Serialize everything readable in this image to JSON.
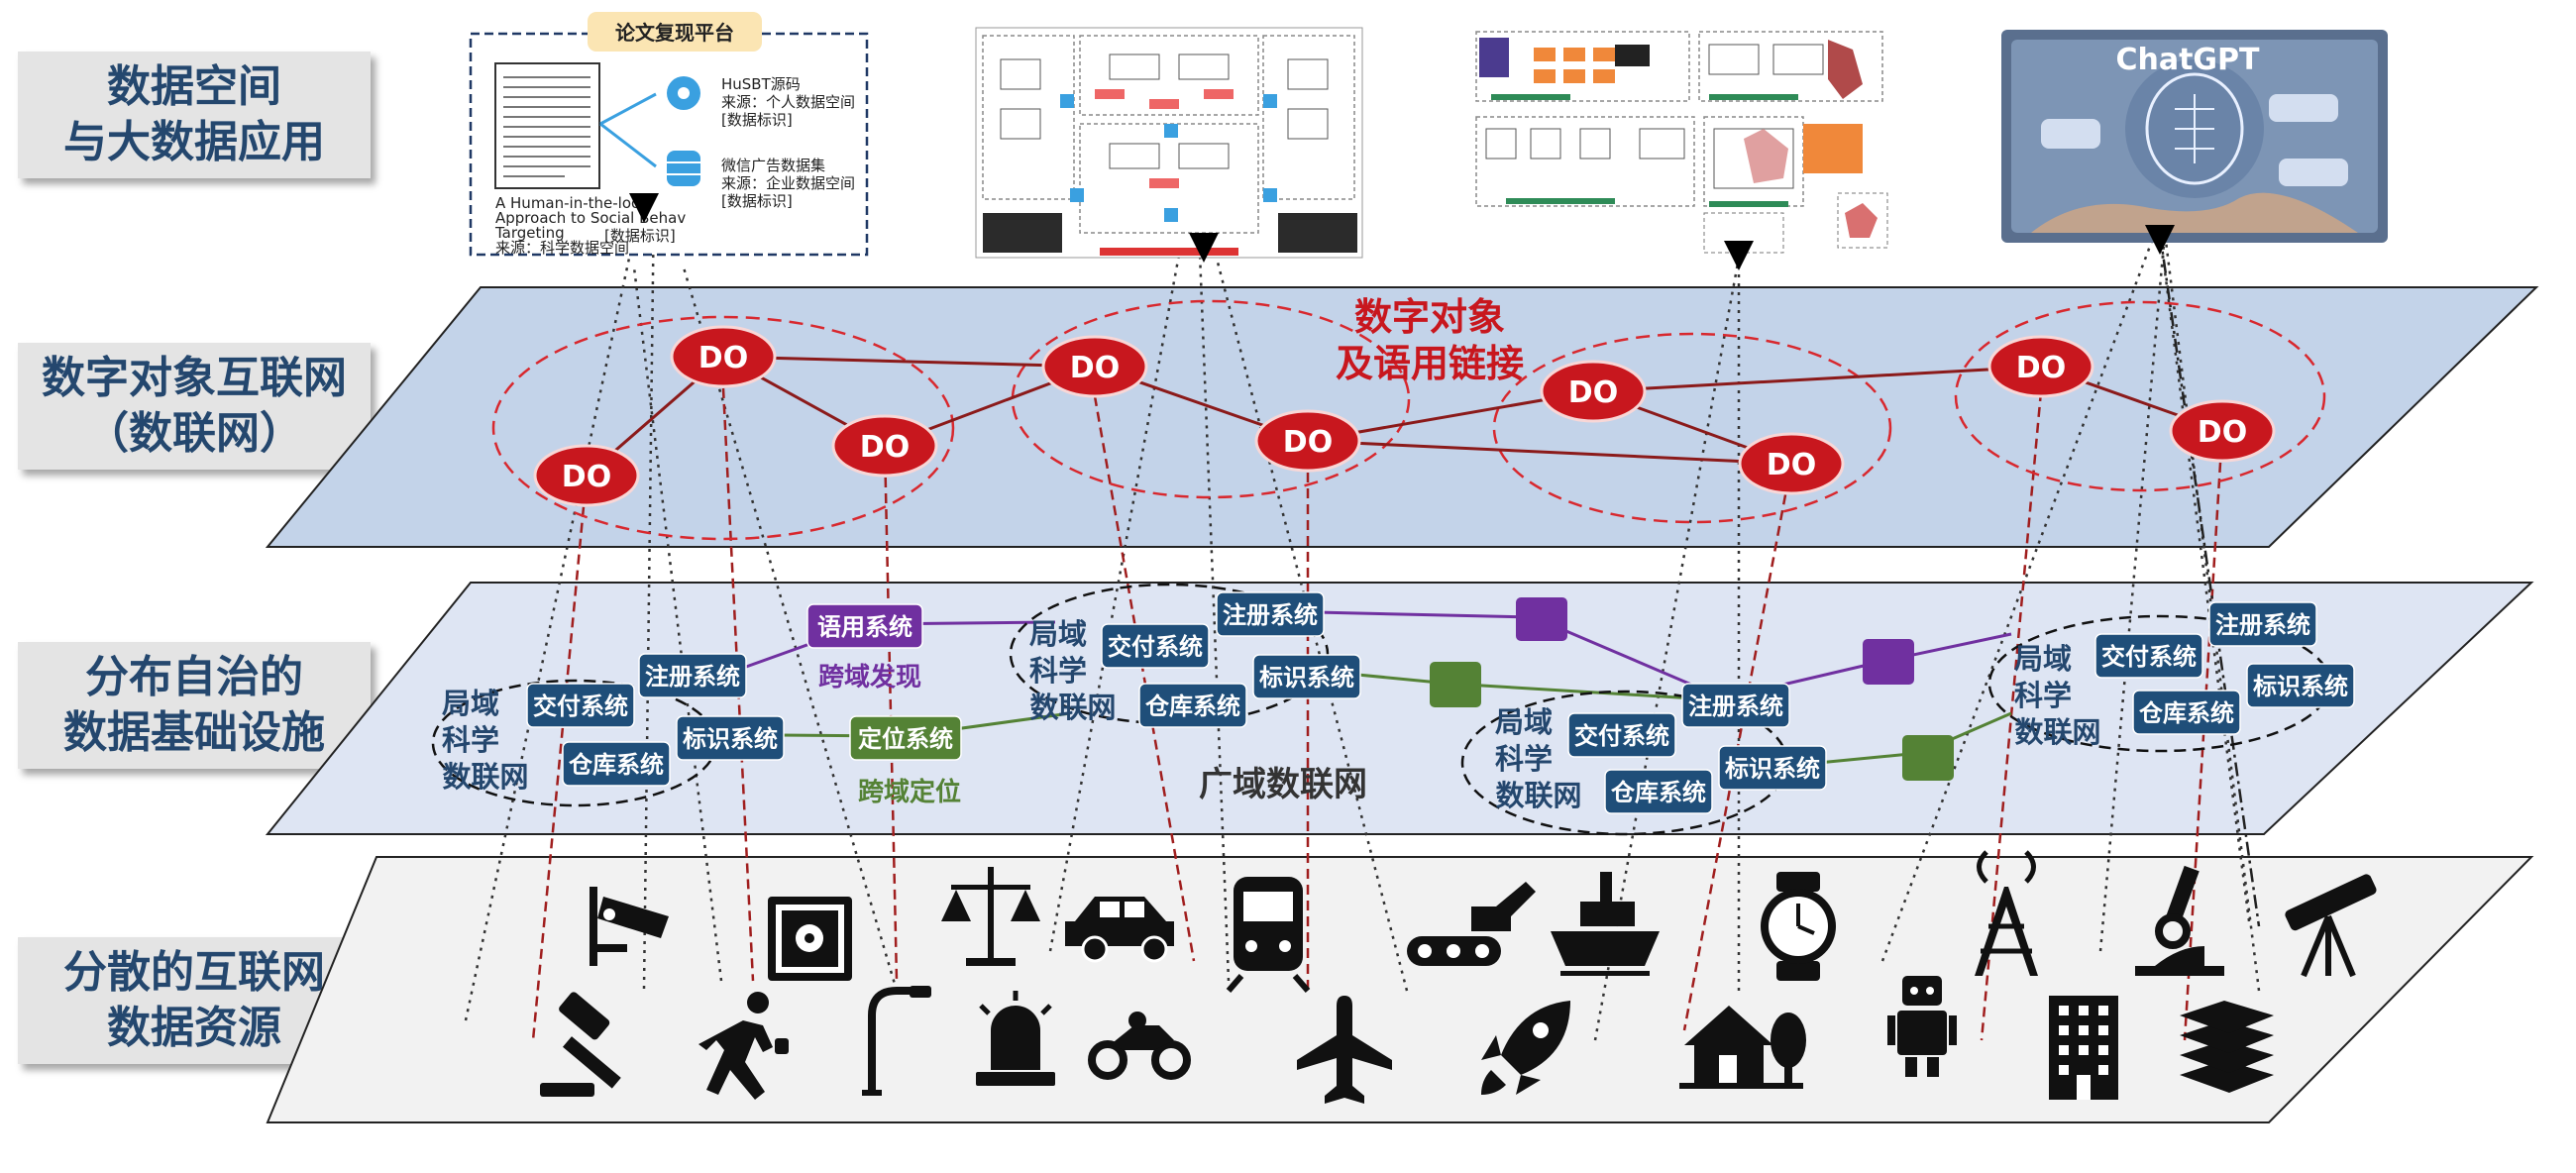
{
  "layers": [
    {
      "label": "数据空间\n与大数据应用"
    },
    {
      "label": "数字对象互联网\n（数联网）"
    },
    {
      "label": "分布自治的\n数据基础设施"
    },
    {
      "label": "分散的互联网\n数据资源"
    }
  ],
  "top_panel": {
    "platform_title": "论文复现平台",
    "dataset1_name": "HuSBT源码",
    "dataset1_source": "来源：个人数据空间",
    "dataset1_tag": "[数据标识]",
    "dataset2_name": "微信广告数据集",
    "dataset2_source": "来源：企业数据空间",
    "dataset2_tag": "[数据标识]",
    "paper_title_1": "A Human-in-the-loop",
    "paper_title_2": "Approach to Social Behav",
    "paper_title_3": "Targeting",
    "paper_source": "来源：科学数据空间",
    "paper_tag": "[数据标识]",
    "chatgpt_label": "ChatGPT"
  },
  "do_layer": {
    "node_label": "DO",
    "title_line1": "数字对象",
    "title_line2": "及语用链接"
  },
  "infra_layer": {
    "local_net": [
      "局域",
      "科学",
      "数联网"
    ],
    "delivery": "交付系统",
    "warehouse": "仓库系统",
    "registry": "注册系统",
    "identifier": "标识系统",
    "pragmatic": "语用系统",
    "locate": "定位系统",
    "cross_domain_discovery": "跨域发现",
    "cross_domain_locate": "跨域定位",
    "wide_area": "广域数联网"
  },
  "resource_layer": {
    "icons": [
      "cctv-camera-icon",
      "safe-icon",
      "scale-icon",
      "car-icon",
      "train-icon",
      "excavator-icon",
      "ship-icon",
      "watch-icon",
      "radio-tower-icon",
      "microscope-icon",
      "telescope-icon",
      "gavel-icon",
      "runner-icon",
      "street-lamp-icon",
      "siren-icon",
      "motorcycle-icon",
      "airplane-icon",
      "rocket-icon",
      "house-icon",
      "robot-icon",
      "building-icon",
      "books-icon"
    ]
  },
  "colors": {
    "label_text": "#24476e",
    "label_bg": "#e4e4e4",
    "do_node": "#c8171e",
    "do_link": "#8b1a1a",
    "dashed_ellipse": "#d8282e",
    "sys_box": "#1f4e79",
    "pragmatic_box": "#7030a0",
    "locate_box": "#548235",
    "do_plane": "#c3d3e9",
    "infra_plane": "#dee5f3",
    "resource_plane": "#f2f2f2"
  }
}
